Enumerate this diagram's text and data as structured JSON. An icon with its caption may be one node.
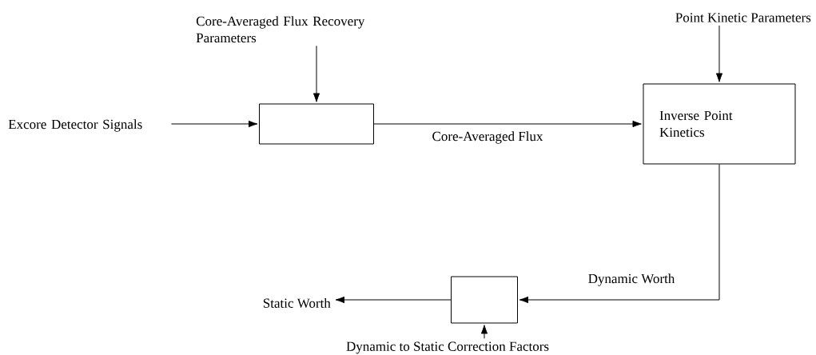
{
  "diagram": {
    "nodes": [
      {
        "text": [
          "Excore Detector Signals"
        ]
      },
      {
        "text": [],
        "shape": "box"
      },
      {
        "text": [
          "Core-Averaged Flux Recovery Parameters"
        ]
      },
      {
        "text": [
          "Inverse Point Kinetics"
        ]
      },
      {
        "text": [
          "Point Kinetic Parameters"
        ]
      },
      {
        "text": [],
        "shape": "box"
      },
      {
        "text": [
          "Static Worth"
        ]
      },
      {
        "text": [
          "Dynamic to Static Correction Factors"
        ]
      }
    ],
    "edges": [
      {
        "from": 0,
        "to": 1,
        "arrow": "to"
      },
      {
        "from": 2,
        "to": 1,
        "arrow": "to"
      },
      {
        "from": 1,
        "to": 3,
        "arrow": "to",
        "label": "Core-Averaged Flux"
      },
      {
        "from": 4,
        "to": 3,
        "arrow": "to"
      },
      {
        "from": 3,
        "to": 5,
        "arrow": "to",
        "label": "Dynamic Worth"
      },
      {
        "from": 5,
        "to": 6,
        "arrow": "to"
      },
      {
        "from": 7,
        "to": 5,
        "arrow": "to"
      }
    ]
  }
}
